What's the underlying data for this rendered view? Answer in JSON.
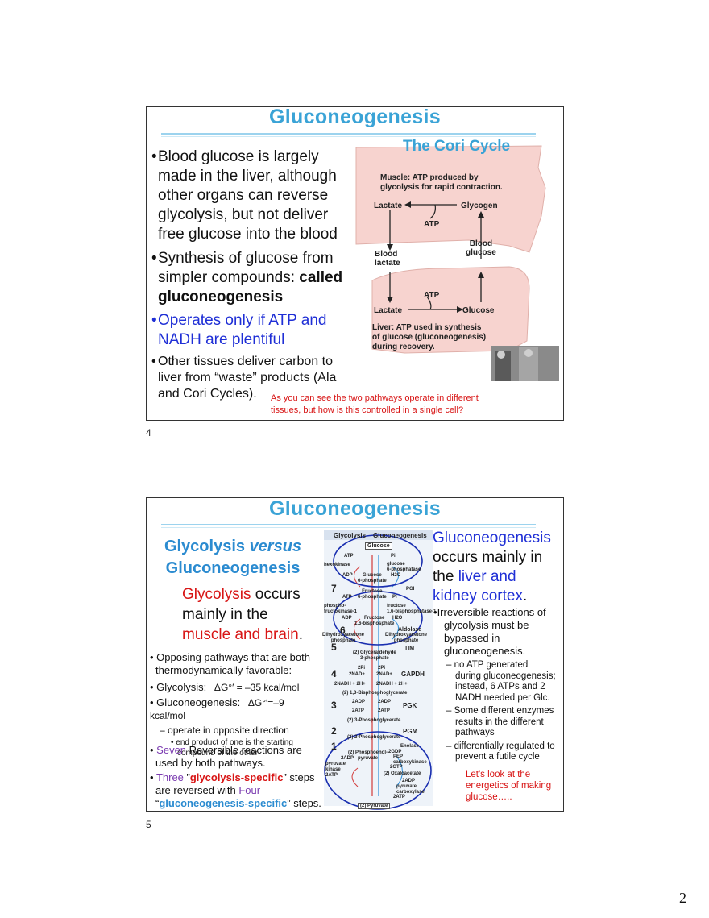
{
  "slide1": {
    "title": "Gluconeogenesis",
    "cori_title": "The Cori Cycle",
    "bullets": [
      "Blood glucose is largely",
      "made in the liver, although",
      "other organs can reverse",
      "glycolysis, but not deliver",
      "free glucose into the blood"
    ],
    "bullet2_line1": "Synthesis of glucose from",
    "bullet2_line2": "simpler compounds: ",
    "bullet2_bold1": "called",
    "bullet2_bold2": "gluconeogenesis",
    "bullet3_line1": "Operates only if ATP and",
    "bullet3_line2": "NADH are plentiful",
    "bullet4_line1": "Other tissues deliver carbon to",
    "bullet4_line2": "liver from “waste” products (Ala",
    "bullet4_line3": "and Cori Cycles).",
    "note_line1": "As you can see the two pathways operate in different",
    "note_line2": "tissues, but how is this controlled in a single cell?",
    "diagram": {
      "muscle_bold": "Muscle:",
      "muscle_text": " ATP produced by",
      "muscle_text2": "glycolysis for rapid contraction.",
      "lactate_top": "Lactate",
      "glycogen": "Glycogen",
      "atp_top": "ATP",
      "blood_glucose": "Blood\nglucose",
      "blood_lactate": "Blood\nlactate",
      "atp_bottom": "ATP",
      "lactate_bottom": "Lactate",
      "glucose_bottom": "Glucose",
      "liver_bold": "Liver:",
      "liver_text": " ATP used in synthesis",
      "liver_text2": "of glucose (gluconeogenesis)",
      "liver_text3": "during recovery."
    },
    "page_number": "4"
  },
  "slide2": {
    "title": "Gluconeogenesis",
    "left_heading1": "Glycolysis ",
    "left_heading_italic": "versus",
    "left_heading2": "Gluconeogenesis",
    "glyc_red1": "Glycolysis",
    "glyc_text1": " occurs",
    "glyc_text2": "mainly in the",
    "glyc_red2": "muscle and brain",
    "glyc_dot": ".",
    "opposing1": "Opposing pathways that are both",
    "opposing2": "thermodynamically favorable:",
    "glycolysis_label": "Glycolysis:",
    "glycolysis_dg": "ΔG°′ = –35 kcal/mol",
    "gluconeo_label": "Gluconeogenesis:",
    "gluconeo_dg": "ΔG°′=–9 kcal/mol",
    "sub1": "operate in opposite direction",
    "subsub1": "end product of one is the starting",
    "subsub2": "compound of the other",
    "seven": "Seven",
    "seven_text": " Reversible reactions are",
    "seven_text2": "used by both pathways.",
    "three": "Three",
    "three_q1": " ”",
    "three_specific": "glycolysis-specific",
    "three_q2": "” steps",
    "three_text2": "are reversed with ",
    "four": "Four",
    "four_q1": "“",
    "four_specific": "gluconeogenesis-specific",
    "four_q2": "” steps.",
    "right_line1": "Gluconeogenesis",
    "right_line2": "occurs mainly in",
    "right_line3a": "the ",
    "right_line3b": "liver and",
    "right_line4a": "kidney cortex",
    "right_line4b": ".",
    "irr1": "Irreversible reactions of",
    "irr2": "glycolysis must be",
    "irr3": "bypassed in",
    "irr4": "gluconeogenesis.",
    "dash1a": "no ATP generated",
    "dash1b": "during gluconeogenesis;",
    "dash1c": "instead, 6 ATPs and 2",
    "dash1d": "NADH needed per Glc.",
    "dash2a": "Some different enzymes",
    "dash2b": "results in the different",
    "dash2c": "pathways",
    "dash3a": "differentially regulated to",
    "dash3b": "prevent a futile cycle",
    "lets1": "Let's look at the",
    "lets2": "energetics of making",
    "lets3": "glucose…..",
    "diagram": {
      "col_glycolysis": "Glycolysis",
      "col_gluconeo": "Gluconeogenesis",
      "glucose": "Glucose",
      "atp1": "ATP",
      "pi1": "Pi",
      "hexokinase": "hexokinase",
      "g6pase": "glucose\n6-phosphatase",
      "adp1": "ADP",
      "g6p": "Glucose\n6-phosphate",
      "h2o1": "H2O",
      "step7": "7",
      "pgi": "PGI",
      "f6p": "Fructose\n6-phosphate",
      "atp2": "ATP",
      "pi2": "Pi",
      "pfk": "phospho-\nfructokinase-1",
      "fbpase": "fructose\n1,6-bisphosphatase-1",
      "adp2": "ADP",
      "f16bp": "Fructose\n1,6-bisphosphate",
      "h2o2": "H2O",
      "step6": "6",
      "aldolase": "Aldolase",
      "dhap": "Dihydroxyacetone\nphosphate",
      "dhap2": "Dihydroxyacetone\nphosphate",
      "step5": "5",
      "tim": "TIM",
      "gap": "(2) Glyceraldehyde\n3-phosphate",
      "step4": "4",
      "pi3": "2Pi",
      "pi4": "2Pi",
      "nad1": "2NAD+",
      "nad2": "2NAD+",
      "gapdh": "GAPDH",
      "nadh1": "2NADH + 2H+",
      "nadh2": "2NADH + 2H+",
      "bpg": "(2) 1,3-Bisphosphoglycerate",
      "step3": "3",
      "adp3": "2ADP",
      "adp4": "2ADP",
      "pgk": "PGK",
      "atp3": "2ATP",
      "atp4": "2ATP",
      "pg3": "(2) 3-Phosphoglycerate",
      "step2": "2",
      "pgm": "PGM",
      "pg2": "(2) 2-Phosphoglycerate",
      "step1": "1",
      "enolase": "Enolase",
      "gdp": "2GDP",
      "pep": "(2) Phosphoenol-\npyruvate",
      "pepck": "PEP\ncarboxykinase",
      "adp5": "2ADP",
      "pyk": "pyruvate\nkinase",
      "gtp": "2GTP",
      "atp5": "2ATP",
      "oaa": "(2) Oxaloacetate",
      "adp6": "2ADP",
      "pc": "pyruvate\ncarboxylase",
      "atp6": "2ATP",
      "pyruvate": "(2) Pyruvate"
    },
    "page_number": "5"
  },
  "footer_page": "2"
}
